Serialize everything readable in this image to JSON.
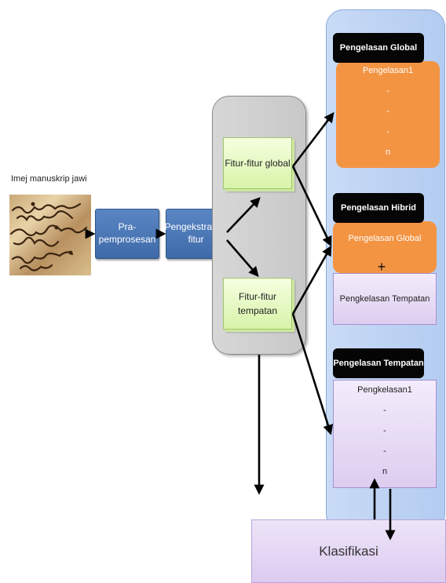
{
  "input": {
    "title": "Imej manuskrip jawi"
  },
  "steps": {
    "preprocess": "Pra-pemprosesan",
    "extract": "Pengekstrakan fitur"
  },
  "features": {
    "global": "Fitur-fitur global",
    "local": "Fitur-fitur tempatan"
  },
  "global_section": {
    "title": "Pengelasan Global",
    "items": [
      "Pengelasan1",
      "-",
      "-",
      "-",
      "n"
    ]
  },
  "hybrid_section": {
    "title": "Pengelasan Hibrid",
    "global_label": "Pengelasan Global",
    "plus": "+",
    "local_label": "Pengkelasan Tempatan"
  },
  "local_section": {
    "title": "Pengelasan Tempatan",
    "items": [
      "Pengkelasan1",
      "-",
      "-",
      "-",
      "n"
    ]
  },
  "output": {
    "label": "Klasifikasi"
  }
}
